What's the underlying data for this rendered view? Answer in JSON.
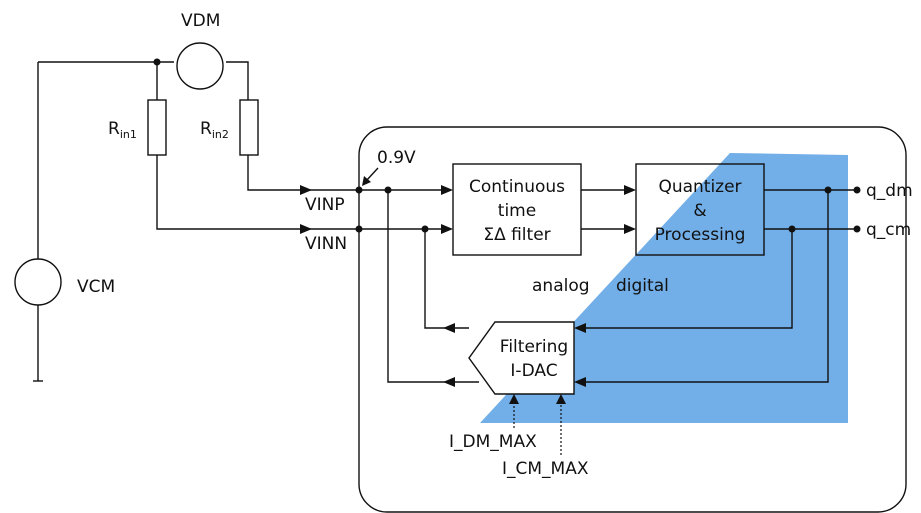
{
  "diagram": {
    "sources": {
      "vdm": "VDM",
      "vcm": "VCM"
    },
    "resistors": {
      "rin1_main": "R",
      "rin1_sub": "in1",
      "rin2_main": "R",
      "rin2_sub": "in2"
    },
    "nodes": {
      "bias": "0.9V",
      "vinp": "VINP",
      "vinn": "VINN"
    },
    "blocks": {
      "filter_line1": "Continuous",
      "filter_line2": "time",
      "filter_line3": "ΣΔ filter",
      "quantizer_line1": "Quantizer",
      "quantizer_line2": "&",
      "quantizer_line3": "Processing",
      "idac_line1": "Filtering",
      "idac_line2": "I-DAC"
    },
    "domains": {
      "analog": "analog",
      "digital": "digital",
      "digital_color": "#6aaae6"
    },
    "outputs": {
      "q_dm": "q_dm",
      "q_cm": "q_cm"
    },
    "controls": {
      "i_dm_max": "I_DM_MAX",
      "i_cm_max": "I_CM_MAX"
    }
  }
}
